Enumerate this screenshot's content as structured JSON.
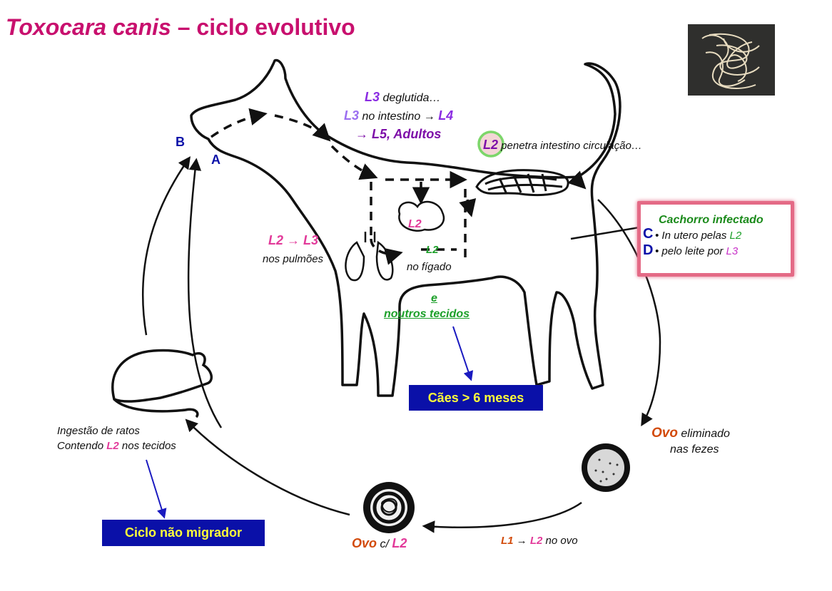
{
  "title": {
    "italic": "Toxocara canis",
    "rest": " – ciclo evolutivo"
  },
  "labels": {
    "b": "B",
    "a": "A",
    "c": "C",
    "d": "D"
  },
  "top_text": {
    "l3a": "L3",
    "deglutida": " deglutida…",
    "l3b": "L3",
    "no_intestino": " no intestino → ",
    "l4": "L4",
    "l5": "→ L5, Adultos"
  },
  "penetra": {
    "l2": "L2",
    "text": " penetra intestino circulação…"
  },
  "lungs": {
    "arrow": "L2 → L3",
    "text": "nos pulmões"
  },
  "heart": {
    "l2": "L2"
  },
  "liver": {
    "l2": "L2",
    "text": "no fígado"
  },
  "tissues": {
    "e": "e",
    "text": "noutros tecidos"
  },
  "box_dogs": "Cães > 6 meses",
  "infected": {
    "title": "Cachorro infectado",
    "line1_pre": "• In utero pelas ",
    "line1_l2": "L2",
    "line2_pre": "• pelo leite por ",
    "line2_l3": "L3"
  },
  "egg_eliminated": {
    "ovo": "Ovo",
    "text1": "  eliminado",
    "text2": "nas fezes"
  },
  "rats": {
    "line1": "Ingestão de ratos",
    "line2_pre": "Contendo ",
    "line2_l2": "L2",
    "line2_post": " nos tecidos"
  },
  "box_cycle": "Ciclo  não migrador",
  "egg_l2": {
    "ovo": "Ovo",
    "mid": " c/ ",
    "l2": "L2"
  },
  "l1": {
    "l1": "L1",
    "arrow": " → ",
    "l2": "L2",
    "text": " no ovo"
  },
  "colors": {
    "title": "#c8106e",
    "purple": "#7d0ea8",
    "violet": "#8a2be2",
    "pink": "#e23a9a",
    "green": "#1da02a",
    "orange": "#d24a0a",
    "blue": "#0a10a8",
    "yellow": "#ffff3a"
  },
  "icons": [
    "worm-photo",
    "dog-outline",
    "mouse-outline",
    "egg-icon",
    "lung-icon",
    "heart-icon"
  ]
}
